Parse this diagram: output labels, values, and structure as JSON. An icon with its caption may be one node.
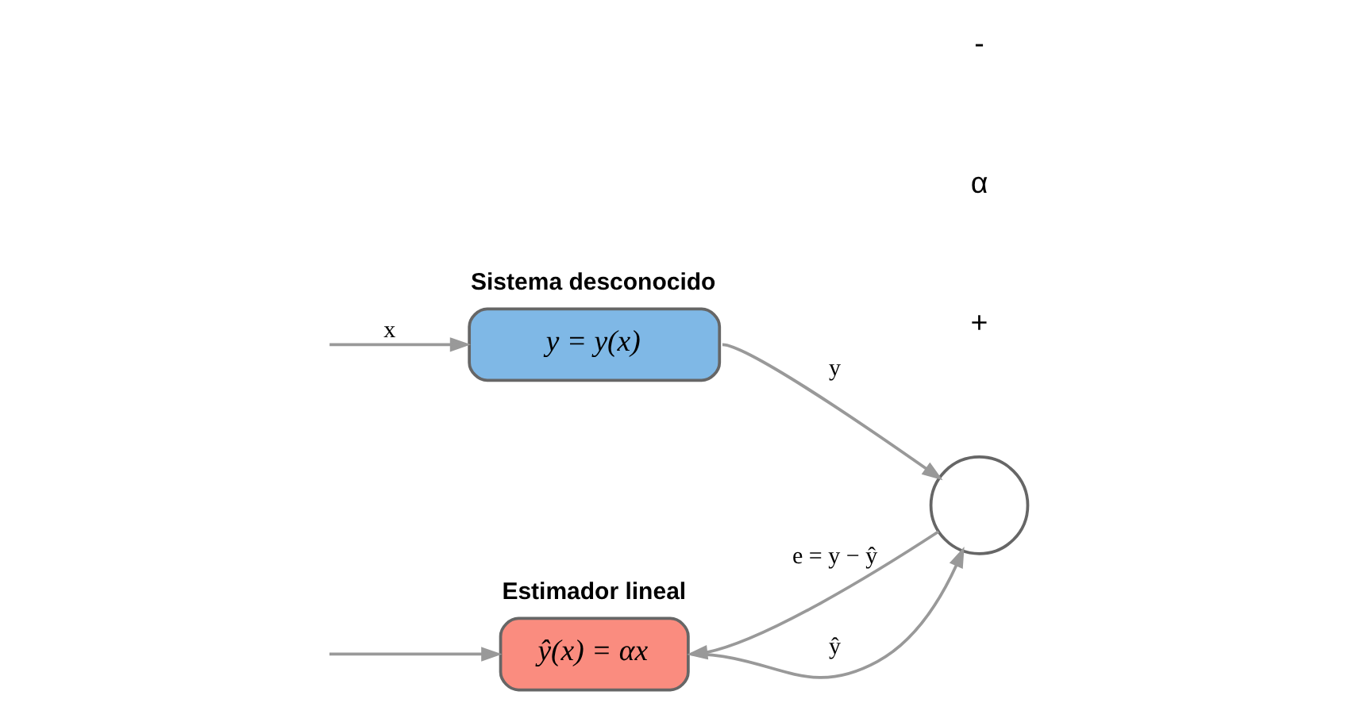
{
  "diagram": {
    "nodes": [
      {
        "text": [
          "Sistema desconocido",
          "y = y(x)"
        ]
      },
      {
        "text": [
          "Estimador lineal",
          "ŷ(x) = αx"
        ]
      },
      {
        "text": [],
        "shape": "circle"
      }
    ],
    "edges": [
      {
        "from": null,
        "to": 0,
        "arrow": "to",
        "label": "x"
      },
      {
        "from": null,
        "to": 1,
        "arrow": "to"
      },
      {
        "from": 0,
        "to": 2,
        "arrow": "to",
        "label": "y"
      },
      {
        "from": 1,
        "to": 2,
        "arrow": "to",
        "label": "ŷ"
      },
      {
        "from": 2,
        "to": 1,
        "arrow": "to",
        "label": "e = y − ŷ"
      }
    ],
    "labels": [
      "+",
      "α",
      "-"
    ]
  }
}
